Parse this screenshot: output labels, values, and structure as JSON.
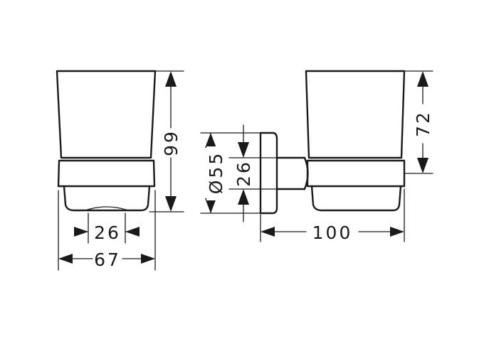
{
  "drawing": {
    "front_view": {
      "height_label": "99",
      "inner_width_label": "26",
      "outer_width_label": "67"
    },
    "mount_view": {
      "diameter_label": "Ø55",
      "offset_label": "26"
    },
    "side_view": {
      "height_label": "72",
      "depth_label": "100"
    }
  }
}
